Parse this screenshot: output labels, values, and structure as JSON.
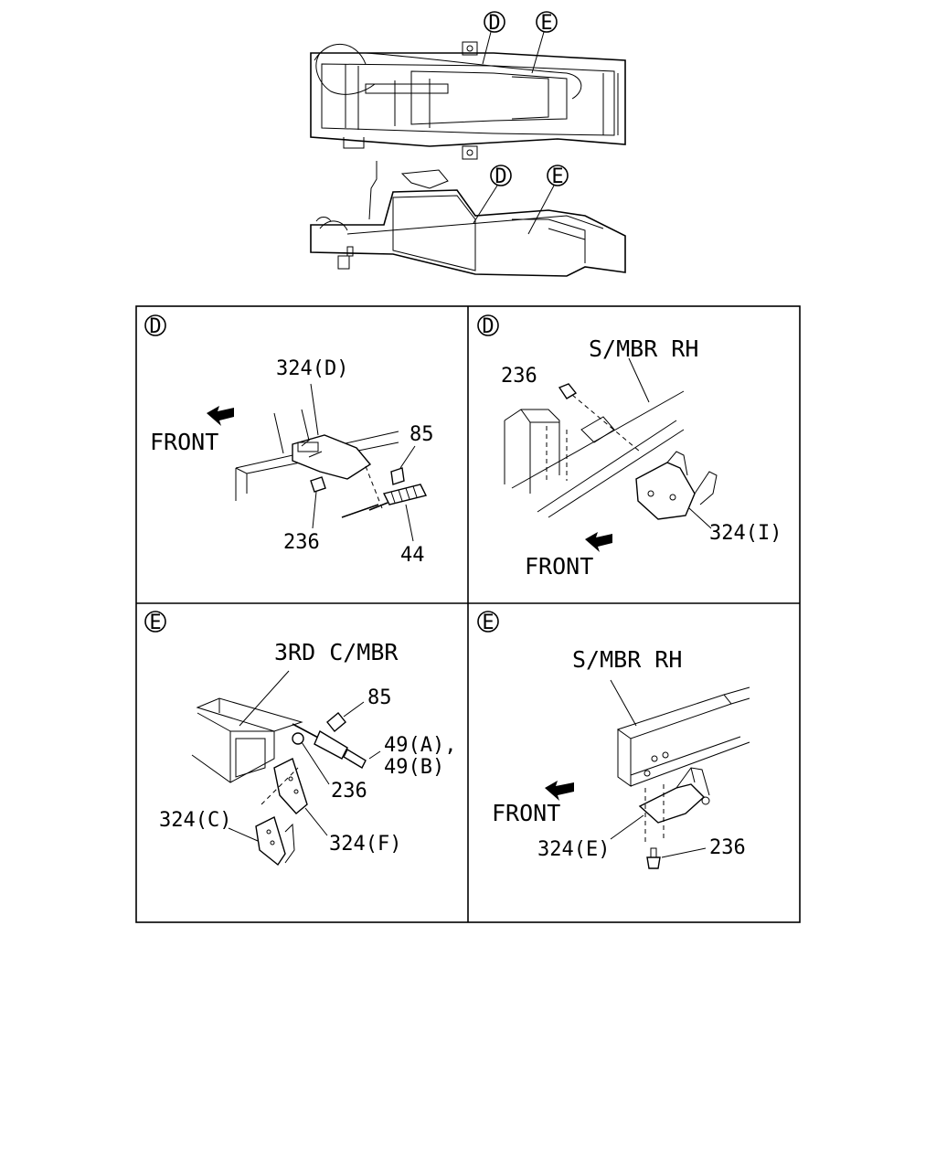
{
  "overview": {
    "callout_top_d": "D",
    "callout_top_e": "E",
    "callout_side_d": "D",
    "callout_side_e": "E"
  },
  "panels": [
    {
      "callout": "D",
      "front_label": "FRONT",
      "parts": {
        "bracket": "324(D)",
        "bolt": "236",
        "clip": "85",
        "cable": "44"
      }
    },
    {
      "callout": "D",
      "member_label": "S/MBR RH",
      "front_label": "FRONT",
      "parts": {
        "bolt": "236",
        "bracket": "324(I)"
      }
    },
    {
      "callout": "E",
      "member_label": "3RD C/MBR",
      "parts": {
        "clip": "85",
        "cable_a": "49(A),",
        "cable_b": "49(B)",
        "bolt": "236",
        "bracket_f": "324(F)",
        "bracket_c": "324(C)"
      }
    },
    {
      "callout": "E",
      "member_label": "S/MBR RH",
      "front_label": "FRONT",
      "parts": {
        "bracket": "324(E)",
        "bolt": "236"
      }
    }
  ]
}
